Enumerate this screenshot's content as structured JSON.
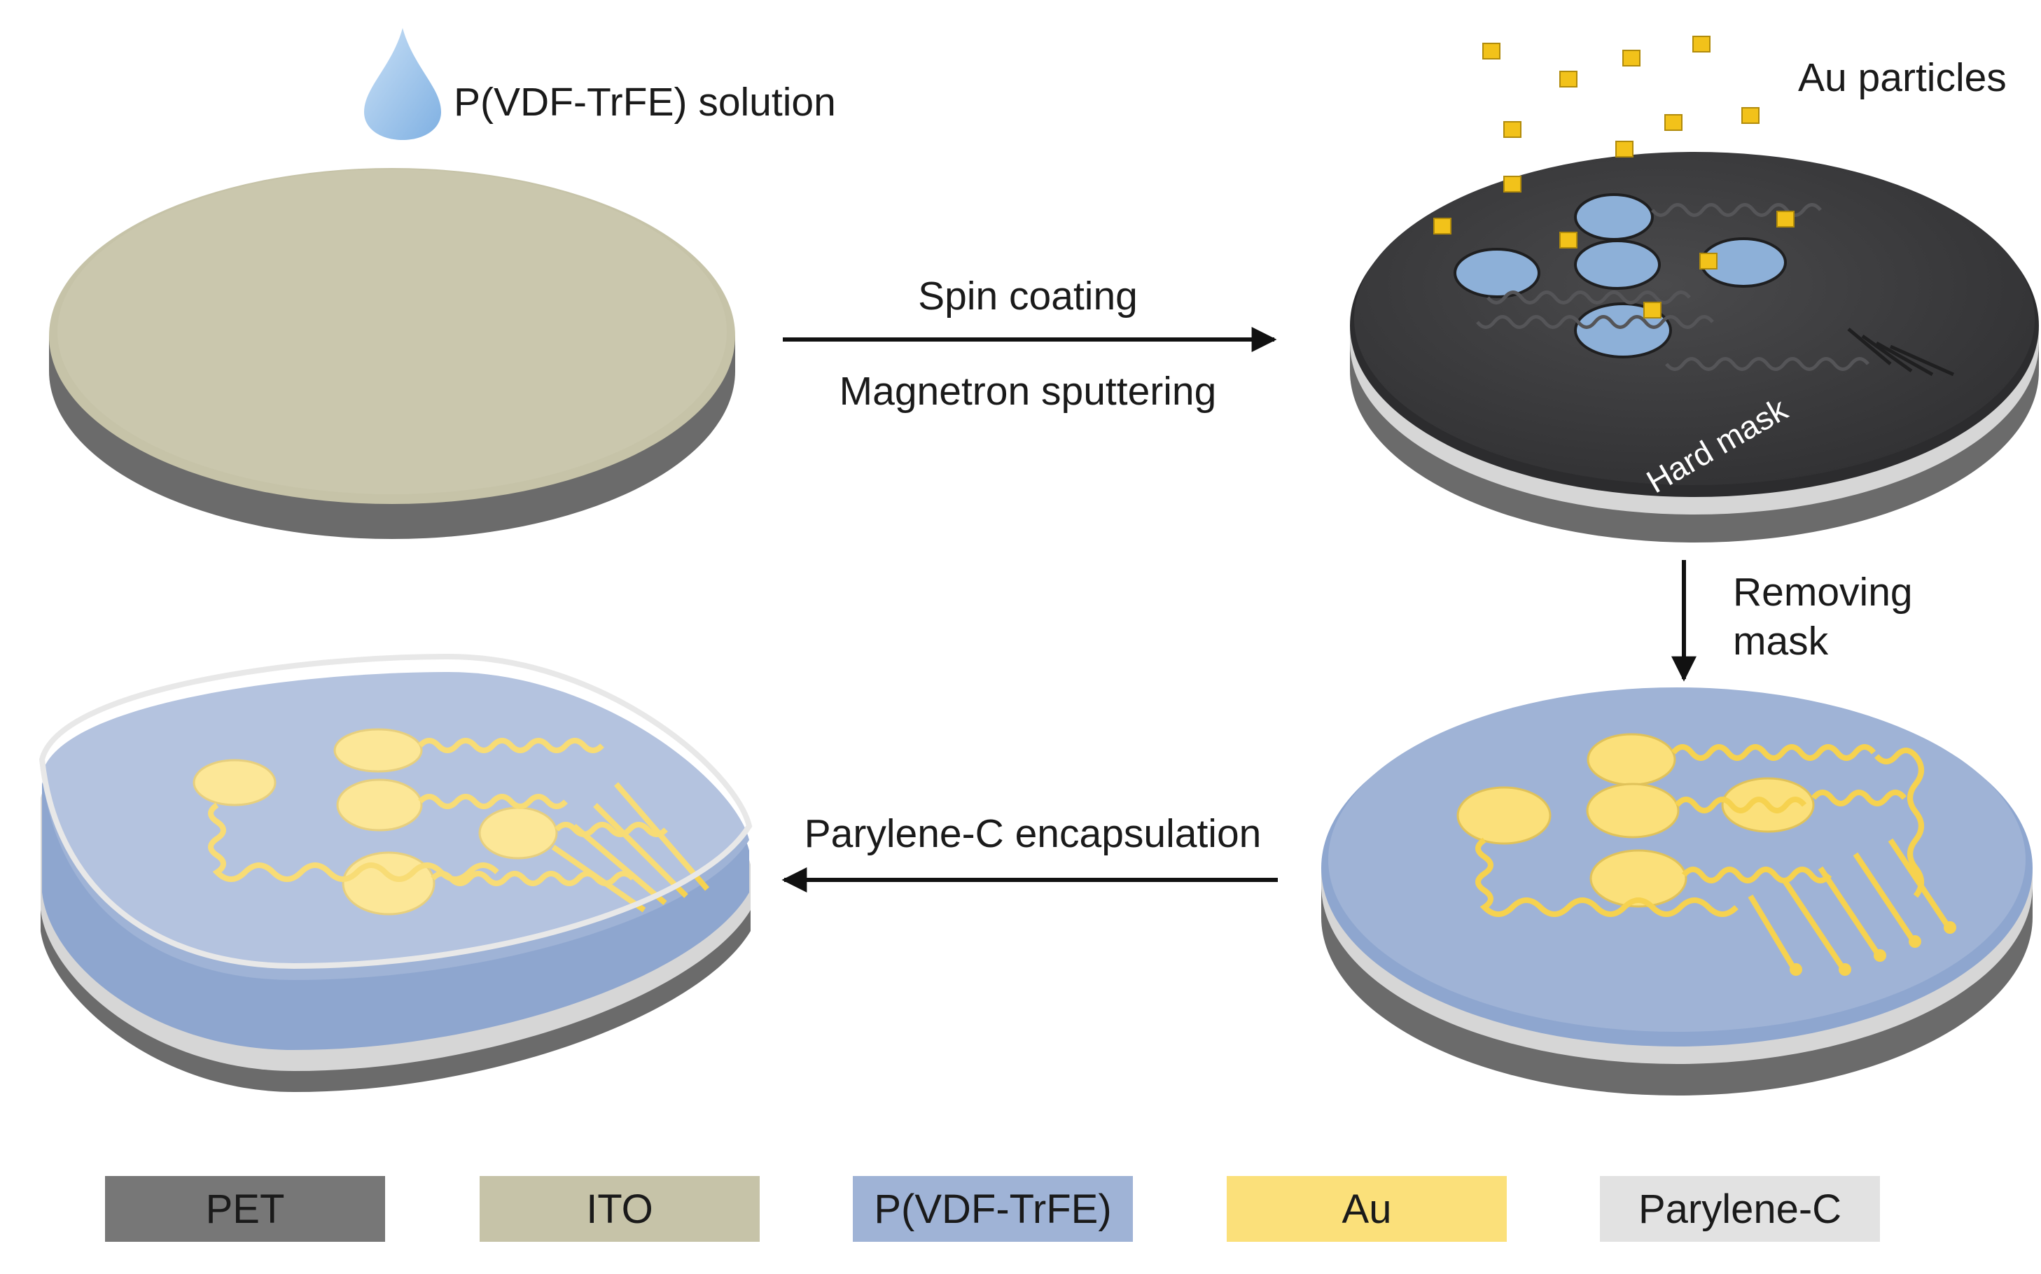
{
  "labels": {
    "solution": "P(VDF-TrFE) solution",
    "au_particles": "Au particles",
    "spin_coating": "Spin coating",
    "sputtering": "Magnetron sputtering",
    "hard_mask": "Hard mask",
    "removing_1": "Removing",
    "removing_2": "mask",
    "encapsulation": "Parylene-C encapsulation"
  },
  "legend": [
    {
      "label": "PET",
      "color": "#777777"
    },
    {
      "label": "ITO",
      "color": "#c6c3a8"
    },
    {
      "label": "P(VDF-TrFE)",
      "color": "#9fb3d6"
    },
    {
      "label": "Au",
      "color": "#fbe07a"
    },
    {
      "label": "Parylene-C",
      "color": "#e2e2e2"
    }
  ],
  "colors": {
    "pet": "#777777",
    "ito": "#c6c3a8",
    "pvdf": "#9fb3d6",
    "au": "#fbe07a",
    "au_particle": "#f2c21a",
    "parylene": "#e2e2e2",
    "mask": "#3d3d3f",
    "droplet": "#9cc3ea"
  }
}
